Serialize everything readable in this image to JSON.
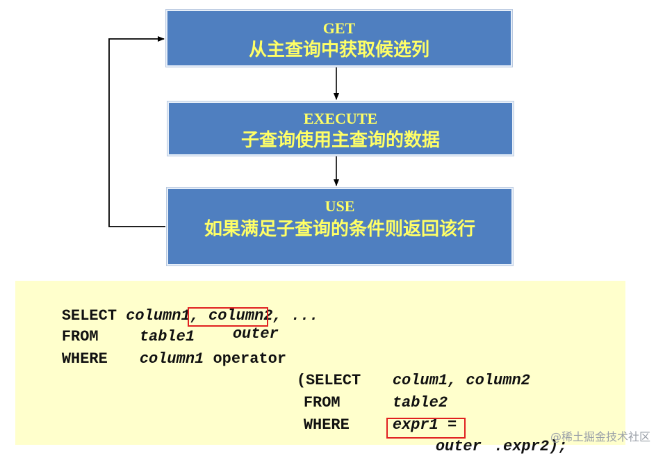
{
  "flow": {
    "get": {
      "title": "GET",
      "desc": "从主查询中获取候选列"
    },
    "execute": {
      "title": "EXECUTE",
      "desc": "子查询使用主查询的数据"
    },
    "use": {
      "title": "USE",
      "desc": "如果满足子查询的条件则返回该行"
    }
  },
  "code": {
    "l1_kw": "SELECT",
    "l1_rest": "column1, column2, ...",
    "l2_kw": "FROM",
    "l2_tbl": "table1",
    "l2_alias": "outer",
    "l3_kw": "WHERE",
    "l3_col": "column1",
    "l3_op": "operator",
    "l4_paren": "(SELECT",
    "l4_rest": "colum1, column2",
    "l5_kw": "FROM",
    "l5_tbl": "table2",
    "l6_kw": "WHERE",
    "l6_expr": "expr1 =",
    "l7_alias": "outer",
    "l7_rest": ".expr2);"
  },
  "watermark": "@稀土掘金技术社区",
  "colors": {
    "box_fill": "#4f7fc0",
    "box_text": "#ffff66",
    "code_bg": "#ffffcc",
    "highlight": "#e02020"
  }
}
